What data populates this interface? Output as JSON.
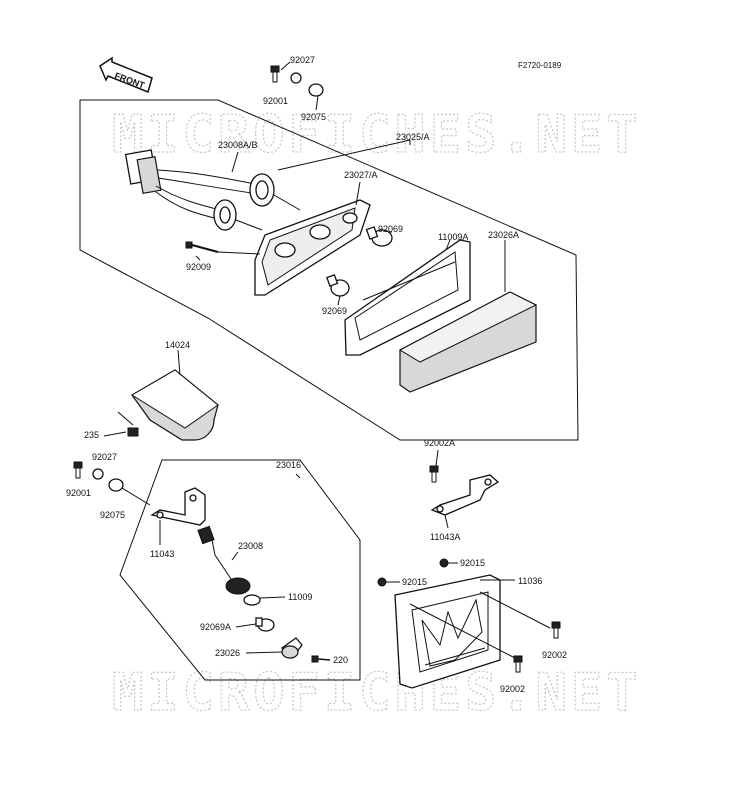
{
  "figure_code": "F2720-0189",
  "front_label": "FRONT",
  "watermark": "MICROFICHES.NET",
  "labels": {
    "l92027a": "92027",
    "l92001a": "92001",
    "l92075a": "92075",
    "l23008ab": "23008A/B",
    "l23025a": "23025/A",
    "l23027a": "23027/A",
    "l92069a": "92069",
    "l11009a": "11009A",
    "l23026a": "23026A",
    "l92009": "92009",
    "l92069b": "92069",
    "l14024": "14024",
    "l235": "235",
    "l92027b": "92027",
    "l92001b": "92001",
    "l92075b": "92075",
    "l23016": "23016",
    "l11043": "11043",
    "l23008": "23008",
    "l11009": "11009",
    "l92069A": "92069A",
    "l23026": "23026",
    "l220": "220",
    "l92002A": "92002A",
    "l11043A": "11043A",
    "l92015a": "92015",
    "l92015b": "92015",
    "l11036": "11036",
    "l92002a": "92002",
    "l92002b": "92002"
  }
}
